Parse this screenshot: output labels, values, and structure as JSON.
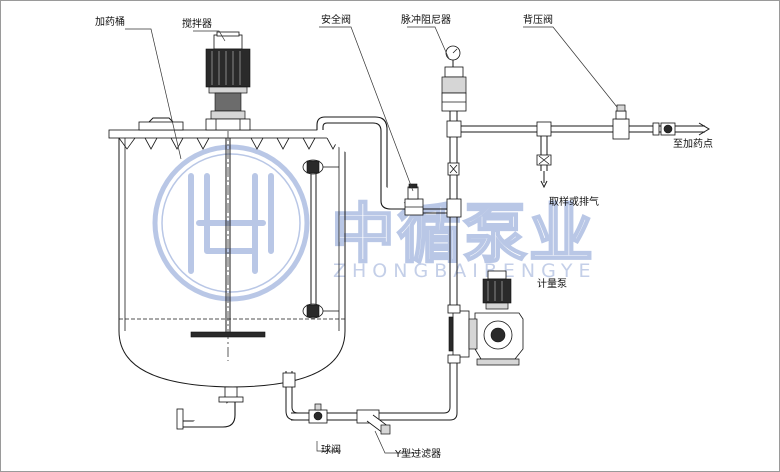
{
  "labels": {
    "tank": "加药桶",
    "mixer": "搅拌器",
    "safety_valve": "安全阀",
    "pulse_damper": "脉冲阻尼器",
    "back_pressure_valve": "背压阀",
    "to_dosing_point": "至加药点",
    "sampling_venting": "取样或排气",
    "metering_pump": "计量泵",
    "ball_valve": "球阀",
    "y_filter": "Y型过滤器"
  },
  "watermark": {
    "brand_cn": "中循泵业",
    "brand_pinyin": "ZHONGBAIBENGYE",
    "color": "#b9c7e6"
  },
  "colors": {
    "line": "#1a1a1a",
    "pump_body": "#2a2a2a",
    "watermark": "#b9c7e6"
  },
  "icons": {
    "mixer_motor": "motor-icon",
    "pump_motor": "motor-icon",
    "gauge": "pressure-gauge-icon",
    "logo": "company-logo-icon"
  }
}
